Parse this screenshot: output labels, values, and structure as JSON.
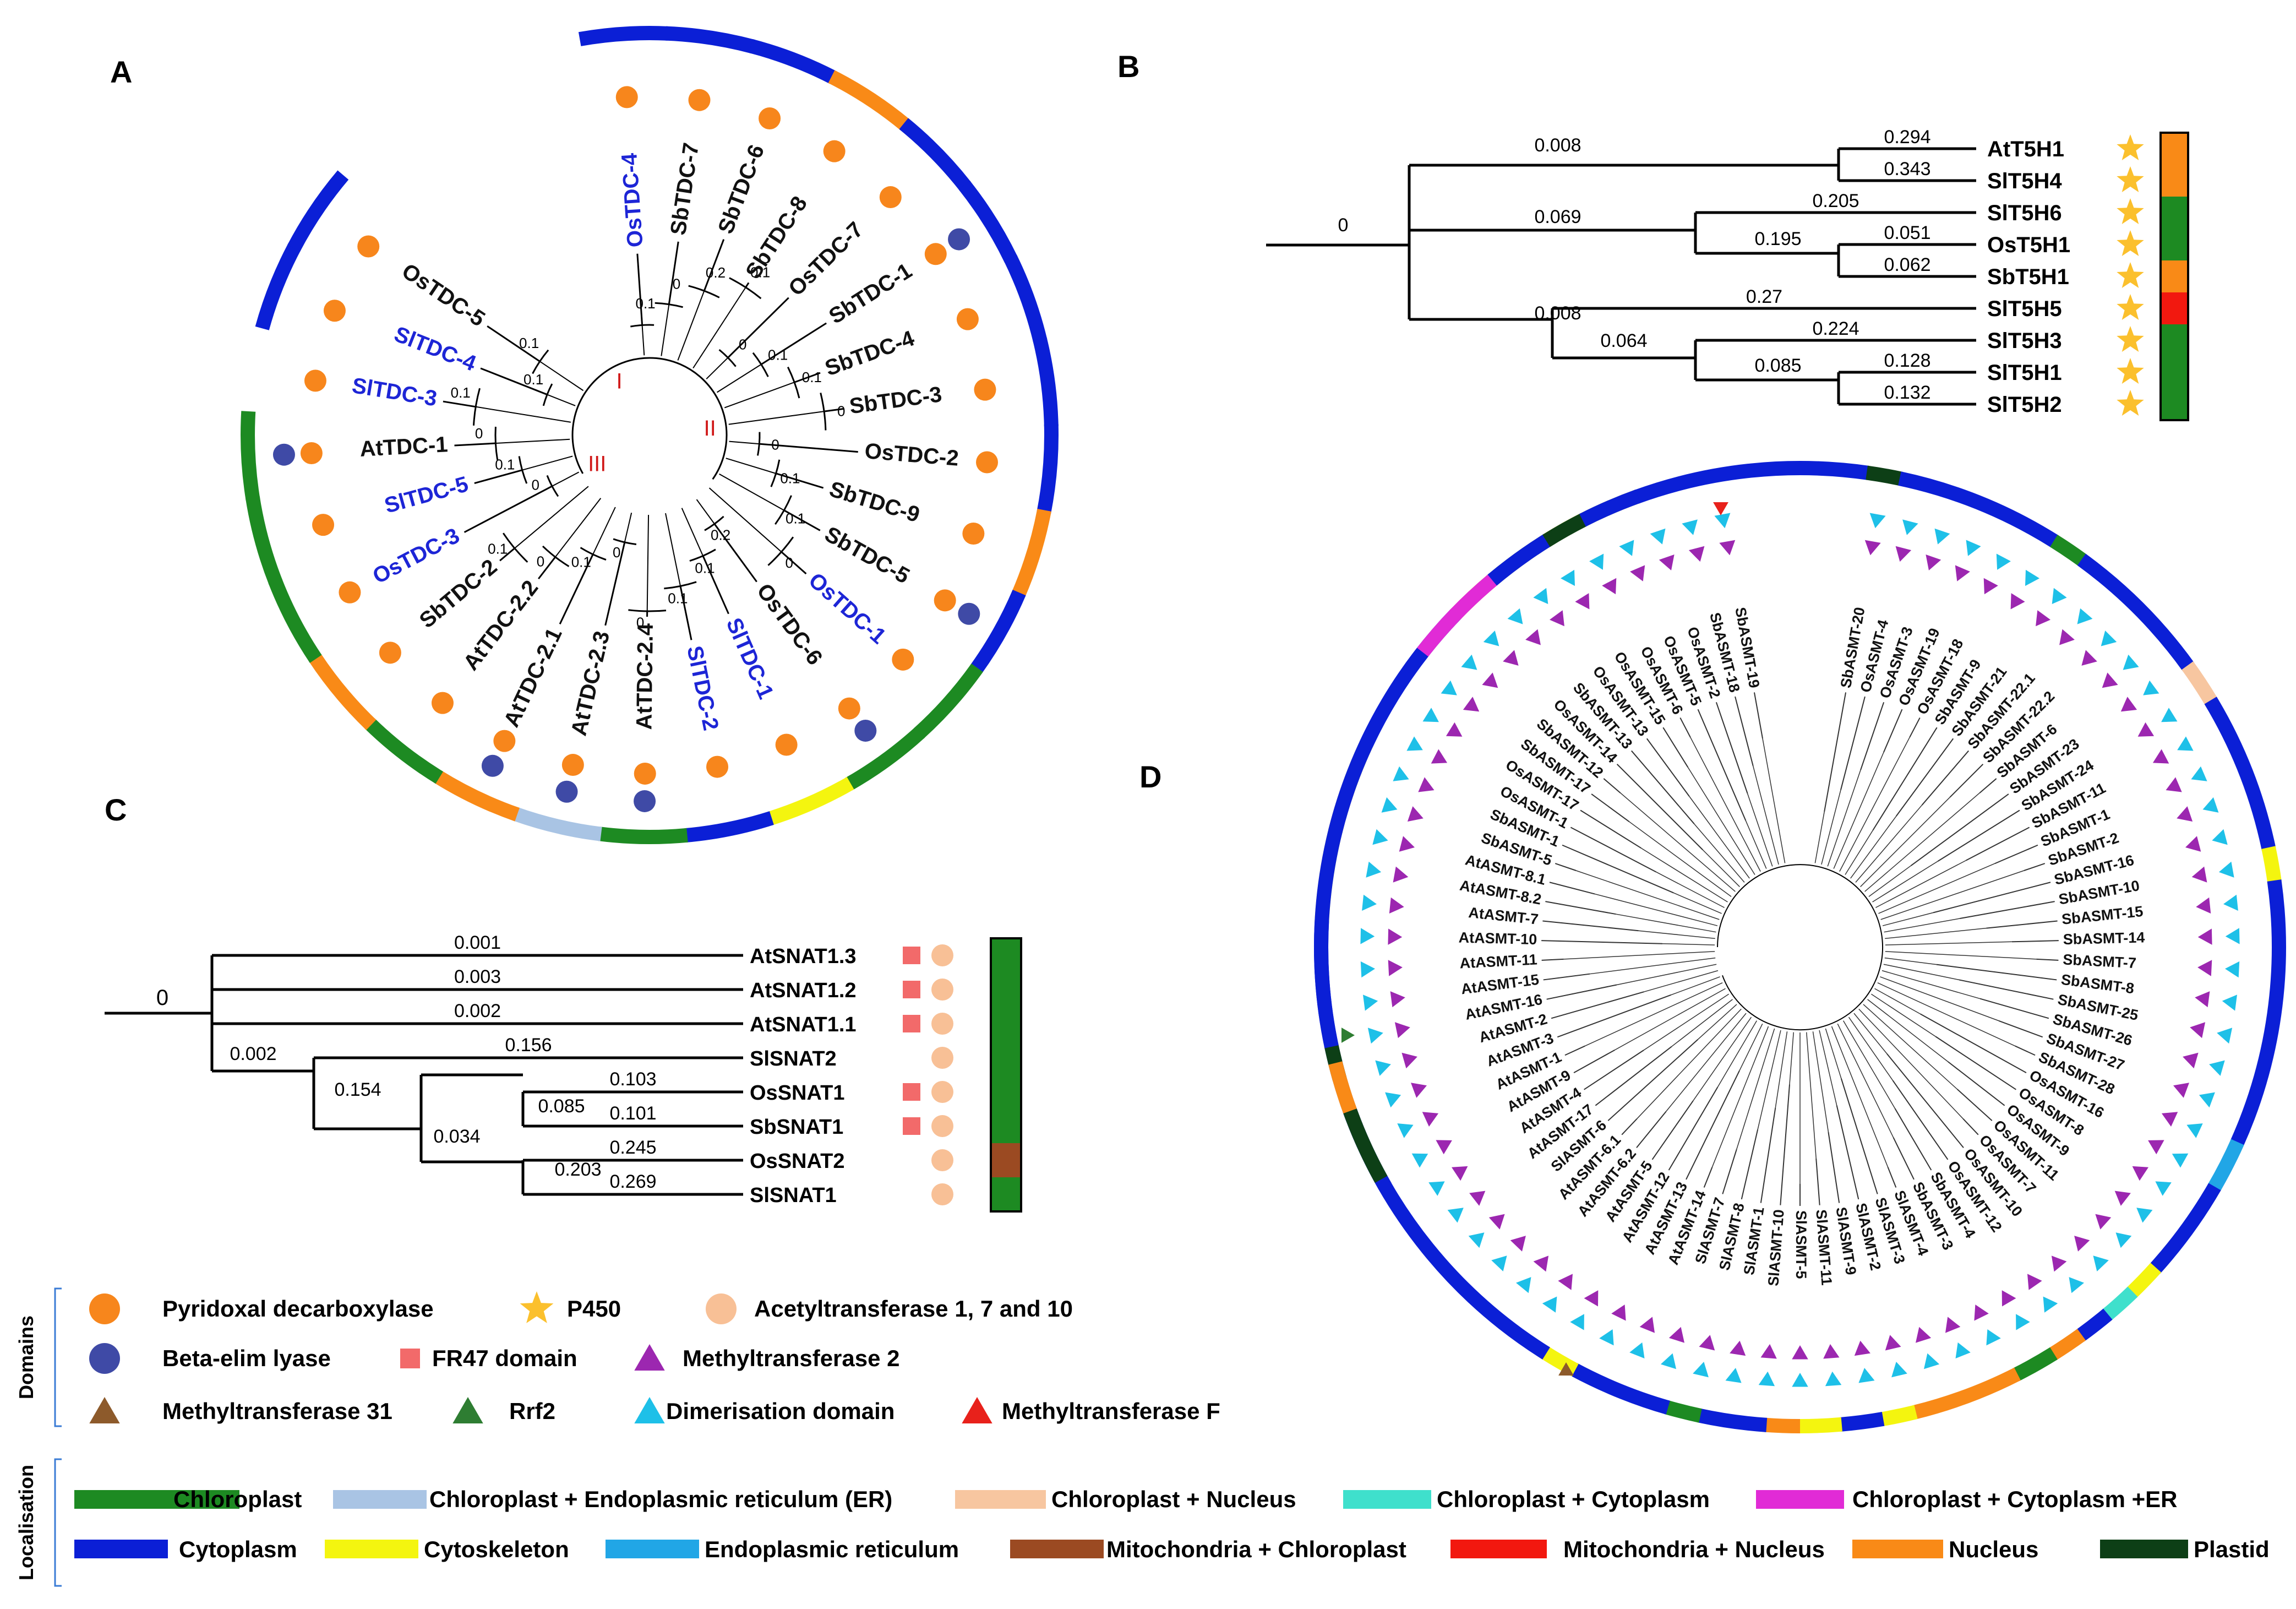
{
  "panels": {
    "A": {
      "letter": "A",
      "clade_labels": [
        "I",
        "II",
        "III"
      ],
      "leaves": [
        {
          "label": "OsTDC-4",
          "blue": true,
          "domains": [
            "pyridoxal"
          ],
          "loc": "cytoplasm"
        },
        {
          "label": "SbTDC-7",
          "blue": false,
          "domains": [
            "pyridoxal"
          ],
          "loc": "cytoplasm"
        },
        {
          "label": "SbTDC-6",
          "blue": false,
          "domains": [
            "pyridoxal"
          ],
          "loc": "cytoplasm"
        },
        {
          "label": "SbTDC-8",
          "blue": false,
          "domains": [
            "pyridoxal"
          ],
          "loc": "nucleus"
        },
        {
          "label": "OsTDC-7",
          "blue": false,
          "domains": [
            "pyridoxal"
          ],
          "loc": "cytoplasm"
        },
        {
          "label": "SbTDC-1",
          "blue": false,
          "domains": [
            "pyridoxal",
            "beta_elim"
          ],
          "loc": "cytoplasm"
        },
        {
          "label": "SbTDC-4",
          "blue": false,
          "domains": [
            "pyridoxal"
          ],
          "loc": "cytoplasm"
        },
        {
          "label": "SbTDC-3",
          "blue": false,
          "domains": [
            "pyridoxal"
          ],
          "loc": "cytoplasm"
        },
        {
          "label": "OsTDC-2",
          "blue": false,
          "domains": [
            "pyridoxal"
          ],
          "loc": "cytoplasm"
        },
        {
          "label": "SbTDC-9",
          "blue": false,
          "domains": [
            "pyridoxal"
          ],
          "loc": "nucleus"
        },
        {
          "label": "SbTDC-5",
          "blue": false,
          "domains": [
            "pyridoxal",
            "beta_elim"
          ],
          "loc": "cytoplasm"
        },
        {
          "label": "OsTDC-1",
          "blue": true,
          "domains": [
            "pyridoxal"
          ],
          "loc": "chloroplast"
        },
        {
          "label": "OsTDC-6",
          "blue": false,
          "domains": [
            "pyridoxal",
            "beta_elim"
          ],
          "loc": "chloroplast"
        },
        {
          "label": "SlTDC-1",
          "blue": true,
          "domains": [
            "pyridoxal"
          ],
          "loc": "cytoskeleton"
        },
        {
          "label": "SlTDC-2",
          "blue": true,
          "domains": [
            "pyridoxal"
          ],
          "loc": "cytoplasm"
        },
        {
          "label": "AtTDC-2.4",
          "blue": false,
          "domains": [
            "pyridoxal",
            "beta_elim"
          ],
          "loc": "chloroplast"
        },
        {
          "label": "AtTDC-2.3",
          "blue": false,
          "domains": [
            "pyridoxal",
            "beta_elim"
          ],
          "loc": "chloroplast_er"
        },
        {
          "label": "AtTDC-2.1",
          "blue": false,
          "domains": [
            "pyridoxal",
            "beta_elim"
          ],
          "loc": "nucleus"
        },
        {
          "label": "AtTDC-2.2",
          "blue": false,
          "domains": [
            "pyridoxal"
          ],
          "loc": "chloroplast"
        },
        {
          "label": "SbTDC-2",
          "blue": false,
          "domains": [
            "pyridoxal"
          ],
          "loc": "nucleus"
        },
        {
          "label": "OsTDC-3",
          "blue": true,
          "domains": [
            "pyridoxal"
          ],
          "loc": "chloroplast"
        },
        {
          "label": "SlTDC-5",
          "blue": true,
          "domains": [
            "pyridoxal"
          ],
          "loc": "chloroplast"
        },
        {
          "label": "AtTDC-1",
          "blue": false,
          "domains": [
            "pyridoxal",
            "beta_elim"
          ],
          "loc": "chloroplast"
        },
        {
          "label": "SlTDC-3",
          "blue": true,
          "domains": [
            "pyridoxal"
          ],
          "loc": "none"
        },
        {
          "label": "SlTDC-4",
          "blue": true,
          "domains": [
            "pyridoxal"
          ],
          "loc": "cytoplasm"
        },
        {
          "label": "OsTDC-5",
          "blue": false,
          "domains": [
            "pyridoxal"
          ],
          "loc": "cytoplasm"
        }
      ],
      "branch_values": [
        "0.1",
        "0",
        "0.2",
        "0.1",
        "0",
        "0.1",
        "0.1",
        "0",
        "0",
        "0.1",
        "0.1",
        "0",
        "0.2",
        "0.1",
        "0.1",
        "0",
        "0",
        "0.1",
        "0",
        "0.1",
        "0",
        "0.1",
        "0",
        "0.1",
        "0.1",
        "0.1",
        "0",
        "0.1",
        "0.1",
        "0",
        "0.2",
        "0.1",
        "0.1",
        "0",
        "0",
        "0.1",
        "0.1",
        "0.1",
        "0.1"
      ]
    },
    "B": {
      "letter": "B",
      "root_value": "0",
      "rows": [
        {
          "label": "AtT5H1",
          "branch": "0.294",
          "star": true,
          "loc": "nucleus"
        },
        {
          "label": "SlT5H4",
          "branch": "0.343",
          "star": true,
          "loc": "nucleus"
        },
        {
          "label": "SlT5H6",
          "branch": "0.205",
          "star": true,
          "loc": "chloroplast"
        },
        {
          "label": "OsT5H1",
          "branch": "0.051",
          "star": true,
          "loc": "chloroplast"
        },
        {
          "label": "SbT5H1",
          "branch": "0.062",
          "star": true,
          "loc": "nucleus"
        },
        {
          "label": "SlT5H5",
          "branch": "0.27",
          "star": true,
          "loc": "mito_nucleus"
        },
        {
          "label": "SlT5H3",
          "branch": "0.224",
          "star": true,
          "loc": "chloroplast"
        },
        {
          "label": "SlT5H1",
          "branch": "0.128",
          "star": true,
          "loc": "chloroplast"
        },
        {
          "label": "SlT5H2",
          "branch": "0.132",
          "star": true,
          "loc": "chloroplast"
        }
      ],
      "internal_values": [
        "0.008",
        "0.069",
        "0.195",
        "0.008",
        "0.064",
        "0.085"
      ]
    },
    "C": {
      "letter": "C",
      "root_value": "0",
      "rows": [
        {
          "label": "AtSNAT1.3",
          "branch": "0.001",
          "fr47": true,
          "acetyl": true,
          "loc": "chloroplast"
        },
        {
          "label": "AtSNAT1.2",
          "branch": "0.003",
          "fr47": true,
          "acetyl": true,
          "loc": "chloroplast"
        },
        {
          "label": "AtSNAT1.1",
          "branch": "0.002",
          "fr47": true,
          "acetyl": true,
          "loc": "chloroplast"
        },
        {
          "label": "SlSNAT2",
          "branch": "0.156",
          "fr47": false,
          "acetyl": true,
          "loc": "chloroplast"
        },
        {
          "label": "OsSNAT1",
          "branch": "0.103",
          "fr47": true,
          "acetyl": true,
          "loc": "chloroplast"
        },
        {
          "label": "SbSNAT1",
          "branch": "0.101",
          "fr47": true,
          "acetyl": true,
          "loc": "chloroplast"
        },
        {
          "label": "OsSNAT2",
          "branch": "0.245",
          "fr47": false,
          "acetyl": true,
          "loc": "mito_chloroplast"
        },
        {
          "label": "SlSNAT1",
          "branch": "0.269",
          "fr47": false,
          "acetyl": true,
          "loc": "chloroplast"
        }
      ],
      "internal_values": [
        "0.002",
        "0.154",
        "0.034",
        "0.085",
        "0.203"
      ]
    },
    "D": {
      "letter": "D",
      "leaves": [
        "SbASMT-20",
        "OsASMT-4",
        "OsASMT-3",
        "OsASMT-19",
        "OsASMT-18",
        "SbASMT-9",
        "SbASMT-21",
        "SbASMT-22.1",
        "SbASMT-22.2",
        "SbASMT-6",
        "SbASMT-23",
        "SbASMT-24",
        "SbASMT-11",
        "SbASMT-1",
        "SbASMT-2",
        "SbASMT-16",
        "SbASMT-10",
        "SbASMT-15",
        "SbASMT-14",
        "SbASMT-7",
        "SbASMT-8",
        "SbASMT-25",
        "SbASMT-26",
        "SbASMT-27",
        "SbASMT-28",
        "OsASMT-16",
        "OsASMT-8",
        "OsASMT-9",
        "OsASMT-11",
        "OsASMT-7",
        "OsASMT-10",
        "OsASMT-12",
        "SbASMT-4",
        "SbASMT-3",
        "SlASMT-4",
        "SlASMT-3",
        "SlASMT-2",
        "SlASMT-9",
        "SlASMT-11",
        "SlASMT-5",
        "SlASMT-10",
        "SlASMT-1",
        "SlASMT-8",
        "SlASMT-7",
        "AtASMT-14",
        "AtASMT-13",
        "AtASMT-12",
        "AtASMT-5",
        "AtASMT-6.2",
        "AtASMT-6.1",
        "SlASMT-6",
        "AtASMT-17",
        "AtASMT-4",
        "AtASMT-9",
        "AtASMT-1",
        "AtASMT-3",
        "AtASMT-2",
        "AtASMT-16",
        "AtASMT-15",
        "AtASMT-11",
        "AtASMT-10",
        "AtASMT-7",
        "AtASMT-8.2",
        "AtASMT-8.1",
        "SbASMT-5",
        "SbASMT-1",
        "OsASMT-1",
        "OsASMT-17",
        "SbASMT-17",
        "SbASMT-12",
        "OsASMT-14",
        "SbASMT-13",
        "OsASMT-13",
        "OsASMT-15",
        "OsASMT-6",
        "OsASMT-5",
        "OsASMT-2",
        "SbASMT-18",
        "SbASMT-19"
      ],
      "ring_segments": [
        {
          "from": 150,
          "to": 183,
          "loc": "cytoplasm"
        },
        {
          "from": 183,
          "to": 194,
          "loc": "cytoskeleton"
        },
        {
          "from": 194,
          "to": 199,
          "loc": "mito_chloroplast"
        },
        {
          "from": 199,
          "to": 205,
          "loc": "cytoskeleton"
        },
        {
          "from": 205,
          "to": 224,
          "loc": "cytoplasm"
        },
        {
          "from": 224,
          "to": 250,
          "loc": "cytoskeleton"
        },
        {
          "from": 250,
          "to": 278,
          "loc": "cytoplasm"
        },
        {
          "from": 278,
          "to": 282,
          "loc": "plastid"
        },
        {
          "from": 282,
          "to": 302,
          "loc": "cytoplasm"
        },
        {
          "from": 302,
          "to": 306,
          "loc": "chloroplast"
        },
        {
          "from": 306,
          "to": 324,
          "loc": "cytoplasm"
        },
        {
          "from": 324,
          "to": 329,
          "loc": "chloroplast_nucleus"
        },
        {
          "from": 329,
          "to": 348,
          "loc": "cytoplasm"
        },
        {
          "from": 348,
          "to": 352,
          "loc": "cytoskeleton"
        },
        {
          "from": 352,
          "to": 384,
          "loc": "cytoplasm"
        },
        {
          "from": 384,
          "to": 390,
          "loc": "er"
        },
        {
          "from": 390,
          "to": 402,
          "loc": "cytoplasm"
        },
        {
          "from": 402,
          "to": 406,
          "loc": "cytoskeleton"
        },
        {
          "from": 406,
          "to": 410,
          "loc": "chloroplast_cytoplasm"
        },
        {
          "from": 410,
          "to": 414,
          "loc": "cytoplasm"
        },
        {
          "from": 414,
          "to": 418,
          "loc": "nucleus"
        },
        {
          "from": 418,
          "to": 423,
          "loc": "chloroplast"
        },
        {
          "from": 423,
          "to": 436,
          "loc": "nucleus"
        },
        {
          "from": 436,
          "to": 440,
          "loc": "cytoskeleton"
        },
        {
          "from": 440,
          "to": 445,
          "loc": "cytoplasm"
        },
        {
          "from": 445,
          "to": 450,
          "loc": "cytoskeleton"
        },
        {
          "from": 450,
          "to": 454,
          "loc": "nucleus"
        },
        {
          "from": 454,
          "to": 462,
          "loc": "cytoplasm"
        },
        {
          "from": 462,
          "to": 466,
          "loc": "chloroplast"
        },
        {
          "from": 466,
          "to": 478,
          "loc": "cytoplasm"
        },
        {
          "from": 478,
          "to": 482,
          "loc": "cytoskeleton"
        },
        {
          "from": 482,
          "to": 520,
          "loc": "cytoplasm"
        },
        {
          "from": 520,
          "to": 524,
          "loc": "nucleus"
        },
        {
          "from": 524,
          "to": 528,
          "loc": "plastid"
        },
        {
          "from": 528,
          "to": 578,
          "loc": "cytoplasm"
        },
        {
          "from": 578,
          "to": 590,
          "loc": "chloroplast_cytoplasm_er"
        },
        {
          "from": 590,
          "to": 598,
          "loc": "cytoplasm"
        },
        {
          "from": 598,
          "to": 603,
          "loc": "plastid"
        },
        {
          "from": 603,
          "to": 610,
          "loc": "cytoplasm"
        }
      ]
    }
  },
  "legend": {
    "domains_title": "Domains",
    "localisation_title": "Localisation",
    "domain_items": [
      {
        "key": "pyridoxal",
        "label": "Pyridoxal decarboxylase",
        "shape": "circle",
        "color": "#f7861c"
      },
      {
        "key": "p450",
        "label": "P450",
        "shape": "star",
        "color": "#fbc02d"
      },
      {
        "key": "acetyl",
        "label": "Acetyltransferase 1, 7 and 10",
        "shape": "circle",
        "color": "#f8c096"
      },
      {
        "key": "beta_elim",
        "label": "Beta-elim lyase",
        "shape": "circle",
        "color": "#3f4aa6"
      },
      {
        "key": "fr47",
        "label": "FR47 domain",
        "shape": "square",
        "color": "#f26a6a"
      },
      {
        "key": "mt2",
        "label": "Methyltransferase 2",
        "shape": "triangle",
        "color": "#9c27b0"
      },
      {
        "key": "mt31",
        "label": "Methyltransferase 31",
        "shape": "triangle",
        "color": "#8d5a2b"
      },
      {
        "key": "rrf2",
        "label": "Rrf2",
        "shape": "triangle",
        "color": "#2e7d32"
      },
      {
        "key": "dimer",
        "label": "Dimerisation domain",
        "shape": "triangle",
        "color": "#1ec0e8"
      },
      {
        "key": "mtf",
        "label": "Methyltransferase F",
        "shape": "triangle",
        "color": "#e8211b"
      }
    ],
    "loc_items": [
      {
        "key": "chloroplast",
        "label": "Chloroplast",
        "color": "#1d8a22"
      },
      {
        "key": "chloroplast_er",
        "label": "Chloroplast + Endoplasmic reticulum (ER)",
        "color": "#a9c4e4"
      },
      {
        "key": "chloroplast_nucleus",
        "label": "Chloroplast + Nucleus",
        "color": "#f7c6a0"
      },
      {
        "key": "chloroplast_cytoplasm",
        "label": "Chloroplast + Cytoplasm",
        "color": "#3fe0cc"
      },
      {
        "key": "chloroplast_cytoplasm_er",
        "label": "Chloroplast + Cytoplasm +ER",
        "color": "#e12bd6"
      },
      {
        "key": "cytoplasm",
        "label": "Cytoplasm",
        "color": "#0b1fd6"
      },
      {
        "key": "cytoskeleton",
        "label": "Cytoskeleton",
        "color": "#f4f50f"
      },
      {
        "key": "er",
        "label": "Endoplasmic reticulum",
        "color": "#21a6e6"
      },
      {
        "key": "mito_chloroplast",
        "label": "Mitochondria + Chloroplast",
        "color": "#9b4a22"
      },
      {
        "key": "mito_nucleus",
        "label": "Mitochondria + Nucleus",
        "color": "#f2180f"
      },
      {
        "key": "nucleus",
        "label": "Nucleus",
        "color": "#f98a17"
      },
      {
        "key": "plastid",
        "label": "Plastid",
        "color": "#0d3f16"
      }
    ]
  }
}
